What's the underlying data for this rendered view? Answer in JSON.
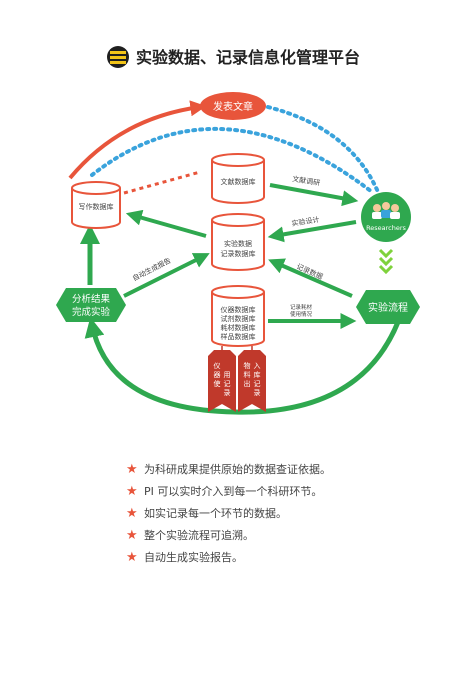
{
  "title": "实验数据、记录信息化管理平台",
  "nodes": {
    "publish": "发表文章",
    "writing_db": "写作数据库",
    "literature_db": "文献数据库",
    "experiment_db": [
      "实验数据",
      "记录数据库"
    ],
    "instrument_db": [
      "仪器数据库",
      "试剂数据库",
      "耗材数据库",
      "样品数据库"
    ],
    "researchers": "Researchers",
    "analysis": [
      "分析结果",
      "完成实验"
    ],
    "process": "实验流程",
    "tag_instrument": [
      "仪",
      "器",
      "使",
      "用",
      "记",
      "录"
    ],
    "tag_material": [
      "物",
      "料",
      "出",
      "入",
      "库",
      "记",
      "录"
    ]
  },
  "edges": {
    "literature_research": "文献调研",
    "experiment_design": "实验设计",
    "record_data": "记录数据",
    "auto_report": "自动生成报告",
    "record_material": [
      "记录耗材",
      "使用情况"
    ]
  },
  "bullets": [
    "为科研成果提供原始的数据查证依据。",
    "PI 可以实时介入到每一个科研环节。",
    "如实记录每一个环节的数据。",
    "整个实验流程可追溯。",
    "自动生成实验报告。"
  ],
  "colors": {
    "orange": "#e8553b",
    "green": "#2fa84f",
    "blue": "#3aa3dc",
    "maroon": "#c0392b",
    "text": "#444444"
  }
}
